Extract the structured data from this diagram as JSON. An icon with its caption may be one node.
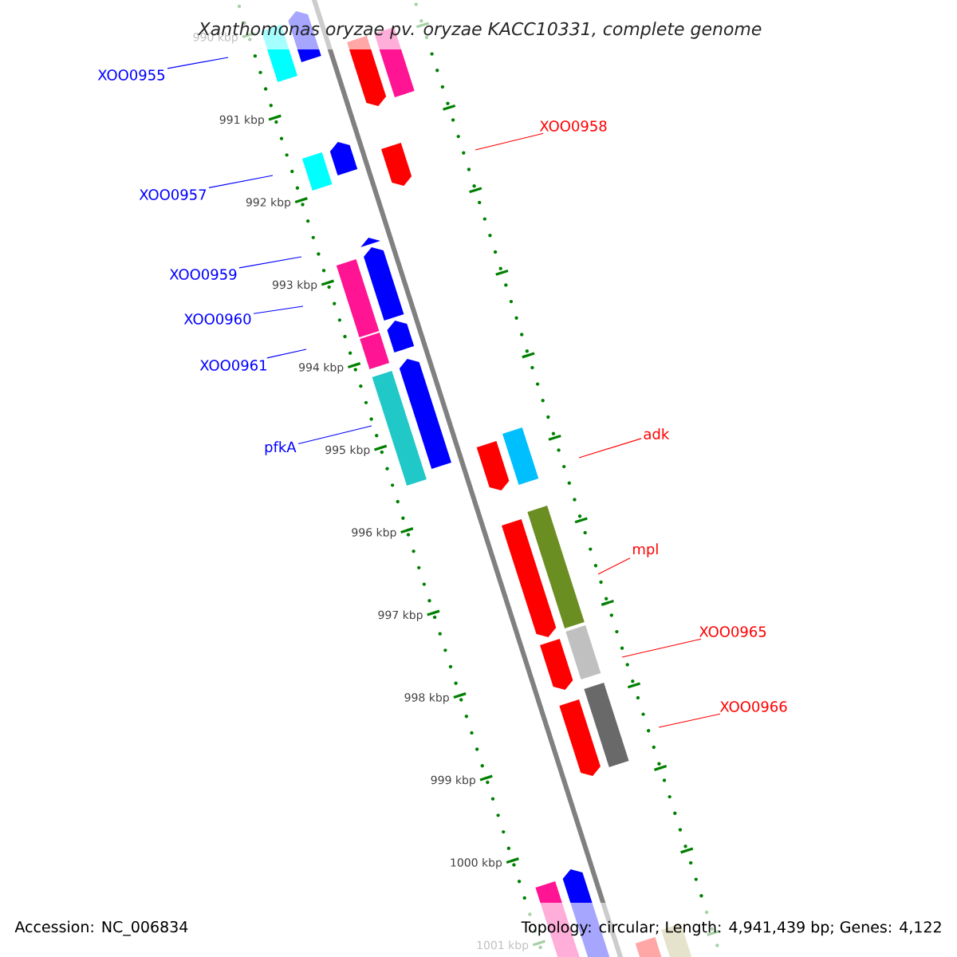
{
  "diagram": {
    "title": "Xanthomonas oryzae pv. oryzae KACC10331, complete genome",
    "nodes": [
      {
        "text": [
          "XOO0955"
        ]
      },
      {
        "text": [
          "XOO0958"
        ]
      },
      {
        "text": [
          "XOO0957"
        ]
      },
      {
        "text": [
          "XOO0959"
        ]
      },
      {
        "text": [
          "XOO0960"
        ]
      },
      {
        "text": [
          "XOO0961"
        ]
      },
      {
        "text": [
          "adk"
        ]
      },
      {
        "text": [
          "pfkA"
        ]
      },
      {
        "text": [
          "mpl"
        ]
      },
      {
        "text": [
          "XOO0965"
        ]
      },
      {
        "text": [
          "XOO0966"
        ]
      }
    ],
    "edges": [
      {
        "from": 0,
        "to": null,
        "arrow": "none"
      },
      {
        "from": 1,
        "to": null,
        "arrow": "none",
        "color": "#ff0000"
      },
      {
        "from": 2,
        "to": null,
        "arrow": "none"
      },
      {
        "from": 3,
        "to": null,
        "arrow": "none"
      },
      {
        "from": 4,
        "to": null,
        "arrow": "none"
      },
      {
        "from": 5,
        "to": null,
        "arrow": "none"
      },
      {
        "from": 6,
        "to": null,
        "arrow": "none",
        "color": "#ff0000"
      },
      {
        "from": 7,
        "to": null,
        "arrow": "none"
      },
      {
        "from": 8,
        "to": null,
        "arrow": "none",
        "color": "#ff0000"
      },
      {
        "from": 9,
        "to": null,
        "arrow": "none",
        "color": "#ff0000"
      },
      {
        "from": 10,
        "to": null,
        "arrow": "none",
        "color": "#ff0000"
      }
    ],
    "labels": [
      "990 kbp",
      "991 kbp",
      "992 kbp",
      "993 kbp",
      "994 kbp",
      "995 kbp",
      "996 kbp",
      "997 kbp",
      "998 kbp",
      "999 kbp",
      "1000 kbp",
      "1001 kbp",
      "Accession: NC_006834",
      "Topology: circular; Length: 4,941,439 bp; Genes: 4,122"
    ]
  }
}
